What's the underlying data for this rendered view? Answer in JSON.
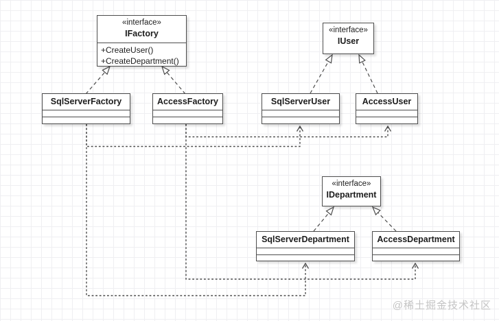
{
  "watermark": "@稀土掘金技术社区",
  "colors": {
    "background": "#ffffff",
    "grid_line": "#efeff2",
    "box_border": "#4c4c4c",
    "box_fill": "#ffffff",
    "text": "#1c1c1c",
    "connector": "#4c4c4c",
    "watermark_text": "#c4c4c4"
  },
  "nodes": {
    "ifactory": {
      "stereotype": "«interface»",
      "name": "IFactory",
      "methods": [
        "+CreateUser()",
        "+CreateDepartment()"
      ]
    },
    "iuser": {
      "stereotype": "«interface»",
      "name": "IUser"
    },
    "idepartment": {
      "stereotype": "«interface»",
      "name": "IDepartment"
    },
    "sqlserverfactory": {
      "name": "SqlServerFactory"
    },
    "accessfactory": {
      "name": "AccessFactory"
    },
    "sqlserveruser": {
      "name": "SqlServerUser"
    },
    "accessuser": {
      "name": "AccessUser"
    },
    "sqlserverdepartment": {
      "name": "SqlServerDepartment"
    },
    "accessdepartment": {
      "name": "AccessDepartment"
    }
  },
  "edges": [
    {
      "from": "SqlServerFactory",
      "to": "IFactory",
      "type": "realization"
    },
    {
      "from": "AccessFactory",
      "to": "IFactory",
      "type": "realization"
    },
    {
      "from": "SqlServerUser",
      "to": "IUser",
      "type": "realization"
    },
    {
      "from": "AccessUser",
      "to": "IUser",
      "type": "realization"
    },
    {
      "from": "SqlServerDepartment",
      "to": "IDepartment",
      "type": "realization"
    },
    {
      "from": "AccessDepartment",
      "to": "IDepartment",
      "type": "realization"
    },
    {
      "from": "SqlServerFactory",
      "to": "SqlServerUser",
      "type": "dependency"
    },
    {
      "from": "AccessFactory",
      "to": "AccessUser",
      "type": "dependency"
    },
    {
      "from": "SqlServerFactory",
      "to": "SqlServerDepartment",
      "type": "dependency"
    },
    {
      "from": "AccessFactory",
      "to": "AccessDepartment",
      "type": "dependency"
    }
  ]
}
